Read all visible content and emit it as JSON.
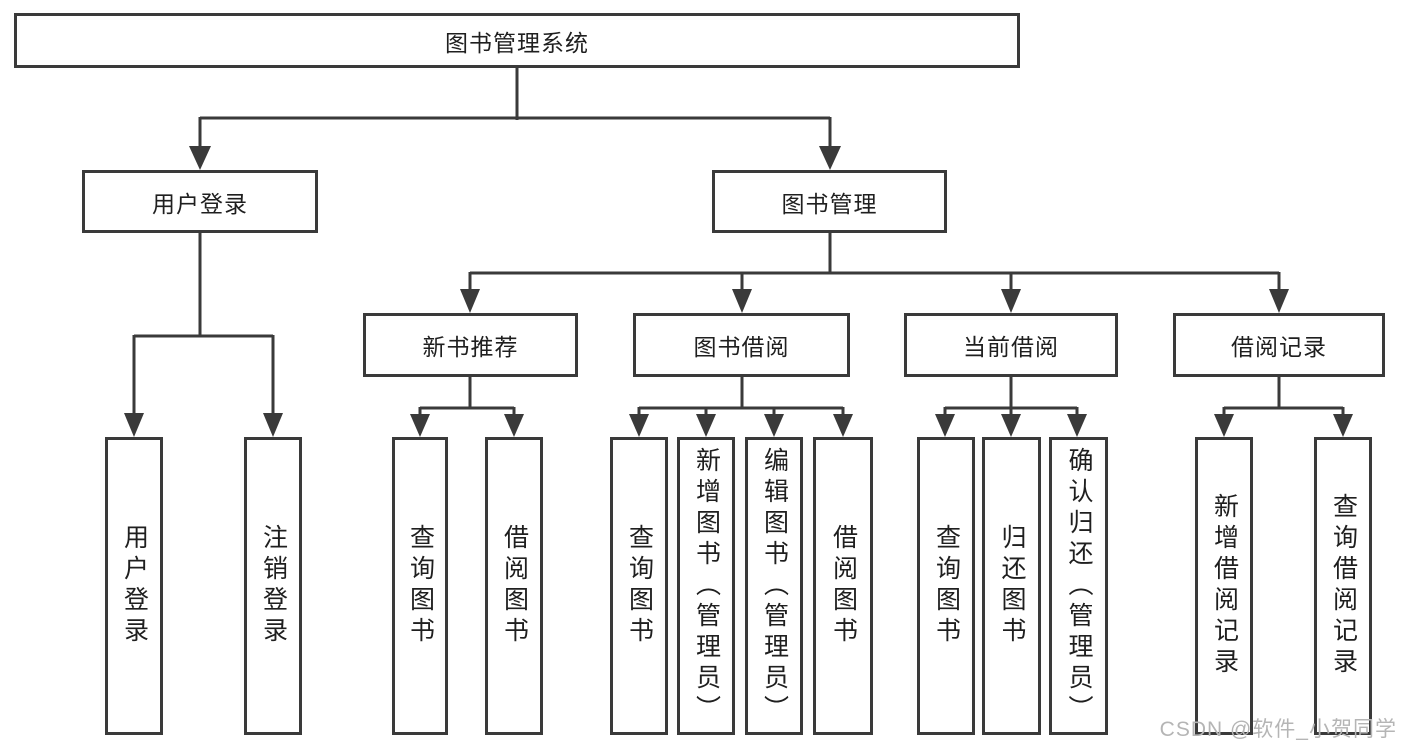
{
  "diagram": {
    "title": "图书管理系统",
    "branches": [
      {
        "label": "用户登录",
        "children": [
          {
            "label": "用户登录"
          },
          {
            "label": "注销登录"
          }
        ]
      },
      {
        "label": "图书管理",
        "children": [
          {
            "label": "新书推荐",
            "children": [
              {
                "label": "查询图书"
              },
              {
                "label": "借阅图书"
              }
            ]
          },
          {
            "label": "图书借阅",
            "children": [
              {
                "label": "查询图书"
              },
              {
                "label": "新增图书（管理员）"
              },
              {
                "label": "编辑图书（管理员）"
              },
              {
                "label": "借阅图书"
              }
            ]
          },
          {
            "label": "当前借阅",
            "children": [
              {
                "label": "查询图书"
              },
              {
                "label": "归还图书"
              },
              {
                "label": "确认归还（管理员）"
              }
            ]
          },
          {
            "label": "借阅记录",
            "children": [
              {
                "label": "新增借阅记录"
              },
              {
                "label": "查询借阅记录"
              }
            ]
          }
        ]
      }
    ]
  },
  "watermark": {
    "text": "CSDN @软件_小贺同学"
  },
  "colors": {
    "line": "#3a3a3a",
    "text": "#1f1f1f",
    "watermark": "#b5b5b5",
    "background": "#ffffff"
  }
}
